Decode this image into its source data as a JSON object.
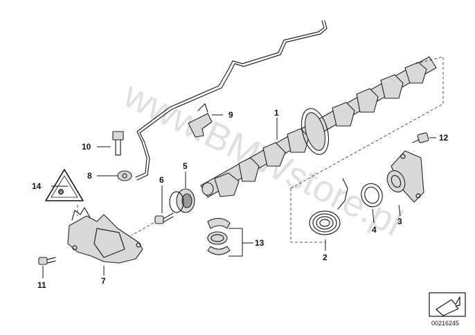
{
  "diagram": {
    "callouts": {
      "p1": "1",
      "p2": "2",
      "p3": "3",
      "p4": "4",
      "p5": "5",
      "p6": "6",
      "p7": "7",
      "p8": "8",
      "p9": "9",
      "p10": "10",
      "p11": "11",
      "p12": "12",
      "p13": "13",
      "p14": "14"
    },
    "watermark": "www.BMWstore.pl",
    "reference_number": "00216245"
  },
  "colors": {
    "line": "#222222",
    "fill": "#d9d9d9",
    "watermark": "#c8c8c8"
  }
}
